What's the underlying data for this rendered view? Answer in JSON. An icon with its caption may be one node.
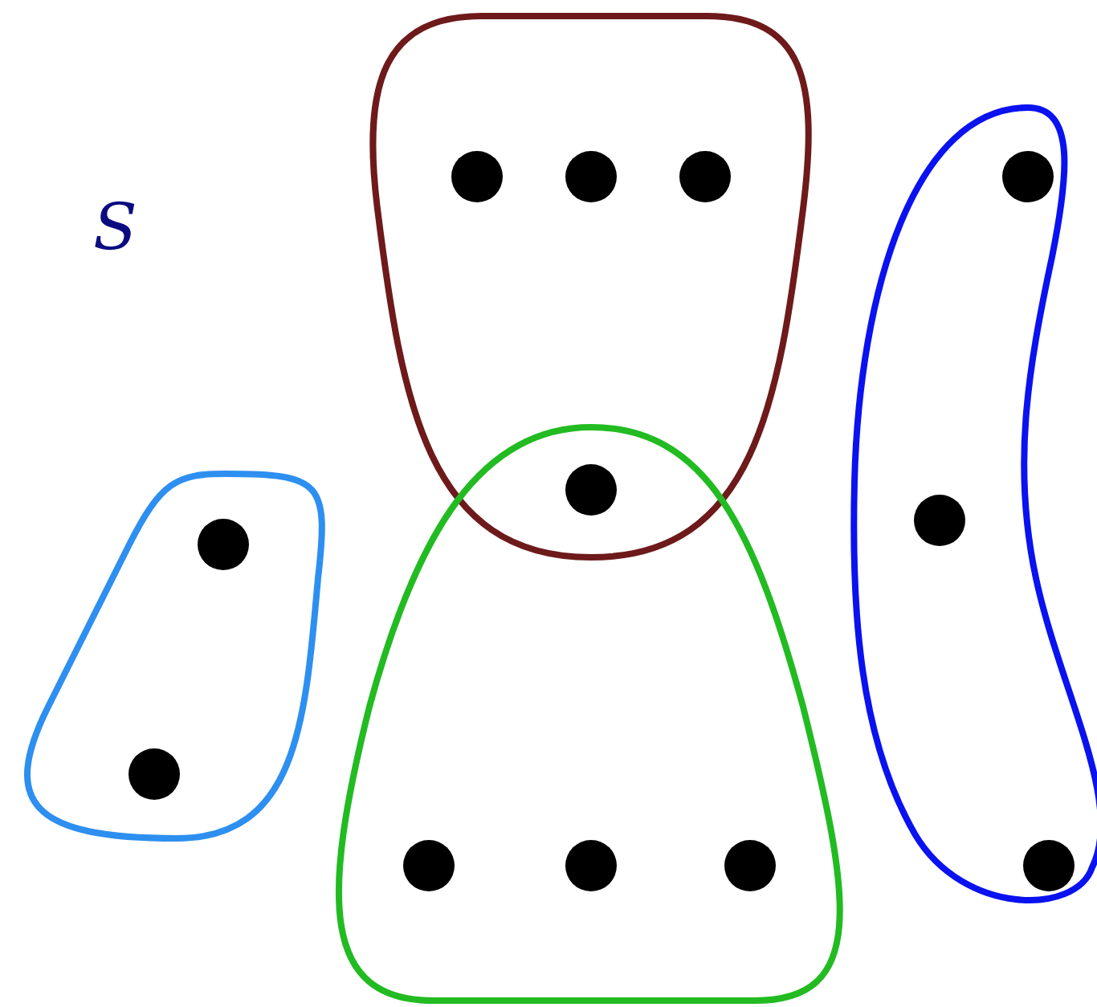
{
  "diagram": {
    "nodes": [
      {
        "text": [],
        "shape": "blob"
      },
      {
        "text": [],
        "shape": "circle",
        "in": 0
      },
      {
        "text": [],
        "shape": "circle",
        "in": 0
      },
      {
        "text": [],
        "shape": "circle",
        "in": 0
      },
      {
        "text": [],
        "shape": "blob"
      },
      {
        "text": [],
        "shape": "circle",
        "in": 4
      },
      {
        "text": [],
        "shape": "circle",
        "in": 4
      },
      {
        "text": [],
        "shape": "circle",
        "in": 4
      },
      {
        "text": [],
        "shape": "blob"
      },
      {
        "text": [],
        "shape": "circle",
        "in": 8
      },
      {
        "text": [],
        "shape": "circle",
        "in": 8
      },
      {
        "text": [],
        "shape": "circle"
      },
      {
        "text": [],
        "shape": "blob"
      },
      {
        "text": [],
        "shape": "circle",
        "in": 12
      },
      {
        "text": [],
        "shape": "circle",
        "in": 12
      },
      {
        "text": [],
        "shape": "circle",
        "in": 12
      }
    ],
    "edges": [],
    "labels": [
      "S"
    ]
  }
}
